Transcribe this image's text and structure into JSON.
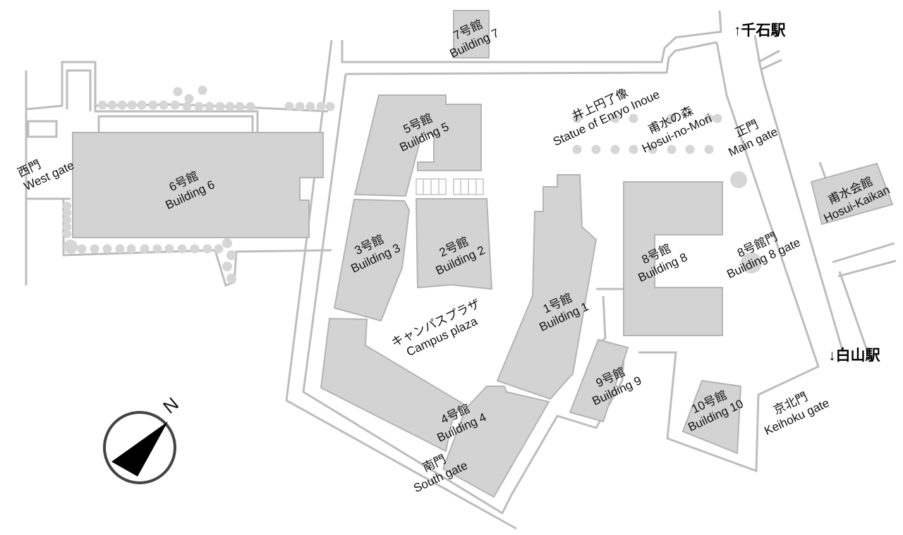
{
  "stations": {
    "north": {
      "arrow": "↑",
      "name": "千石駅"
    },
    "south": {
      "arrow": "↓",
      "name": "白山駅"
    }
  },
  "compass": {
    "letter": "N"
  },
  "labels": {
    "building7": {
      "jp": "7号館",
      "en": "Building 7"
    },
    "building5": {
      "jp": "5号館",
      "en": "Building 5"
    },
    "building6": {
      "jp": "6号館",
      "en": "Building 6"
    },
    "west_gate": {
      "jp": "西門",
      "en": "West gate"
    },
    "building3": {
      "jp": "3号館",
      "en": "Building 3"
    },
    "building2": {
      "jp": "2号館",
      "en": "Building 2"
    },
    "building1": {
      "jp": "1号館",
      "en": "Building 1"
    },
    "building8": {
      "jp": "8号館",
      "en": "Building 8"
    },
    "building8_gate": {
      "jp": "8号館門",
      "en": "Building 8 gate"
    },
    "statue": {
      "jp": "井上円了像",
      "en": "Statue of Enryo Inoue"
    },
    "hosui_no_mori": {
      "jp": "甫水の森",
      "en": "Hosui-no-Mori"
    },
    "main_gate": {
      "jp": "正門",
      "en": "Main gate"
    },
    "hosui_kaikan": {
      "jp": "甫水会館",
      "en": "Hosui-Kaikan"
    },
    "campus_plaza": {
      "jp": "キャンパスプラザ",
      "en": "Campus plaza"
    },
    "building9": {
      "jp": "9号館",
      "en": "Building 9"
    },
    "building4": {
      "jp": "4号館",
      "en": "Building 4"
    },
    "building10": {
      "jp": "10号館",
      "en": "Building 10"
    },
    "keihoku_gate": {
      "jp": "京北門",
      "en": "Keihoku gate"
    },
    "south_gate": {
      "jp": "南門",
      "en": "South gate"
    }
  },
  "colors": {
    "building": "#d3d3d3",
    "outline": "#b4b4b4",
    "road": "#bdbdbd",
    "tree": "#d6d6d6"
  }
}
